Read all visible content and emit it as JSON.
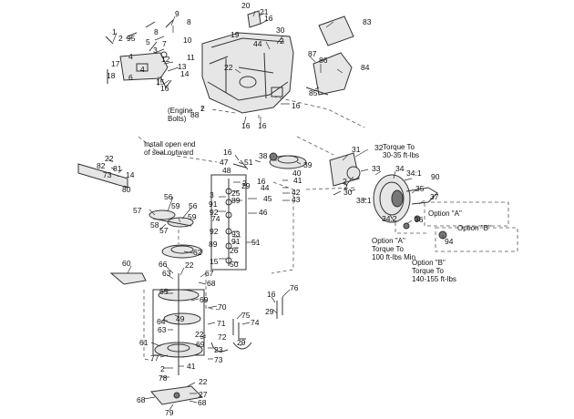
{
  "callouts": [
    {
      "text": "1",
      "id": "c1"
    },
    {
      "text": "2",
      "id": "c2"
    },
    {
      "text": "95",
      "id": "c95"
    },
    {
      "text": "9",
      "id": "c9"
    },
    {
      "text": "8",
      "id": "c8a"
    },
    {
      "text": "8",
      "id": "c8b"
    },
    {
      "text": "10",
      "id": "c10"
    },
    {
      "text": "5",
      "id": "c5"
    },
    {
      "text": "7",
      "id": "c7"
    },
    {
      "text": "3",
      "id": "c3"
    },
    {
      "text": "4",
      "id": "c4a"
    },
    {
      "text": "4",
      "id": "c4b"
    },
    {
      "text": "12",
      "id": "c12"
    },
    {
      "text": "11",
      "id": "c11"
    },
    {
      "text": "13",
      "id": "c13"
    },
    {
      "text": "17",
      "id": "c17"
    },
    {
      "text": "6",
      "id": "c6"
    },
    {
      "text": "18",
      "id": "c18"
    },
    {
      "text": "15",
      "id": "c15"
    },
    {
      "text": "16",
      "id": "c16a"
    },
    {
      "text": "14",
      "id": "c14a"
    },
    {
      "text": "20",
      "id": "c20"
    },
    {
      "text": "21",
      "id": "c21"
    },
    {
      "text": "16",
      "id": "c16b"
    },
    {
      "text": "19",
      "id": "c19"
    },
    {
      "text": "44",
      "id": "c44a"
    },
    {
      "text": "30",
      "id": "c30a"
    },
    {
      "text": "2",
      "id": "c2b"
    },
    {
      "text": "83",
      "id": "c83"
    },
    {
      "text": "87",
      "id": "c87"
    },
    {
      "text": "86",
      "id": "c86"
    },
    {
      "text": "84",
      "id": "c84"
    },
    {
      "text": "85",
      "id": "c85"
    },
    {
      "text": "22",
      "id": "c22a"
    },
    {
      "text": "16",
      "id": "c16c"
    },
    {
      "text": "2",
      "id": "c2c"
    },
    {
      "text": "88",
      "id": "c88"
    },
    {
      "text": "16",
      "id": "c16d"
    },
    {
      "text": "16",
      "id": "c16e"
    },
    {
      "text": "22",
      "id": "c22b"
    },
    {
      "text": "82",
      "id": "c82"
    },
    {
      "text": "81",
      "id": "c81"
    },
    {
      "text": "73",
      "id": "c73a"
    },
    {
      "text": "14",
      "id": "c14b"
    },
    {
      "text": "80",
      "id": "c80"
    },
    {
      "text": "16",
      "id": "c16f"
    },
    {
      "text": "51",
      "id": "c51a"
    },
    {
      "text": "47",
      "id": "c47"
    },
    {
      "text": "38",
      "id": "c38"
    },
    {
      "text": "39",
      "id": "c39"
    },
    {
      "text": "31",
      "id": "c31"
    },
    {
      "text": "32",
      "id": "c32"
    },
    {
      "text": "2",
      "id": "c2d"
    },
    {
      "text": "48",
      "id": "c48"
    },
    {
      "text": "2",
      "id": "c2e"
    },
    {
      "text": "29",
      "id": "c29a"
    },
    {
      "text": "16",
      "id": "c16g"
    },
    {
      "text": "44",
      "id": "c44b"
    },
    {
      "text": "25",
      "id": "c25"
    },
    {
      "text": "3",
      "id": "c3b"
    },
    {
      "text": "89",
      "id": "c89a"
    },
    {
      "text": "45",
      "id": "c45"
    },
    {
      "text": "91",
      "id": "c91a"
    },
    {
      "text": "92",
      "id": "c92a"
    },
    {
      "text": "46",
      "id": "c46"
    },
    {
      "text": "40",
      "id": "c40"
    },
    {
      "text": "41",
      "id": "c41a"
    },
    {
      "text": "42",
      "id": "c42"
    },
    {
      "text": "43",
      "id": "c43"
    },
    {
      "text": "33",
      "id": "c33"
    },
    {
      "text": "34",
      "id": "c34"
    },
    {
      "text": "34:1",
      "id": "c341"
    },
    {
      "text": "90",
      "id": "c90"
    },
    {
      "text": "2",
      "id": "c2f"
    },
    {
      "text": "30",
      "id": "c30b"
    },
    {
      "text": "35",
      "id": "c35"
    },
    {
      "text": "33:1",
      "id": "c331"
    },
    {
      "text": "37",
      "id": "c37"
    },
    {
      "text": "36",
      "id": "c36"
    },
    {
      "text": "34:2",
      "id": "c342"
    },
    {
      "text": "94",
      "id": "c94"
    },
    {
      "text": "56",
      "id": "c56a"
    },
    {
      "text": "59",
      "id": "c59a"
    },
    {
      "text": "56",
      "id": "c56b"
    },
    {
      "text": "57",
      "id": "c57a"
    },
    {
      "text": "59",
      "id": "c59b"
    },
    {
      "text": "58",
      "id": "c58"
    },
    {
      "text": "57",
      "id": "c57b"
    },
    {
      "text": "74",
      "id": "c74a"
    },
    {
      "text": "92",
      "id": "c92b"
    },
    {
      "text": "93",
      "id": "c93"
    },
    {
      "text": "91",
      "id": "c91b"
    },
    {
      "text": "89",
      "id": "c89b"
    },
    {
      "text": "26",
      "id": "c26"
    },
    {
      "text": "51",
      "id": "c51b"
    },
    {
      "text": "15",
      "id": "c15b"
    },
    {
      "text": "50",
      "id": "c50"
    },
    {
      "text": "62",
      "id": "c62"
    },
    {
      "text": "60",
      "id": "c60"
    },
    {
      "text": "66",
      "id": "c66"
    },
    {
      "text": "22",
      "id": "c22c"
    },
    {
      "text": "63",
      "id": "c63a"
    },
    {
      "text": "67",
      "id": "c67"
    },
    {
      "text": "68",
      "id": "c68a"
    },
    {
      "text": "65",
      "id": "c65"
    },
    {
      "text": "69",
      "id": "c69a"
    },
    {
      "text": "70",
      "id": "c70"
    },
    {
      "text": "49",
      "id": "c49"
    },
    {
      "text": "64",
      "id": "c64"
    },
    {
      "text": "63",
      "id": "c63b"
    },
    {
      "text": "71",
      "id": "c71"
    },
    {
      "text": "22",
      "id": "c22d"
    },
    {
      "text": "72",
      "id": "c72"
    },
    {
      "text": "61",
      "id": "c61"
    },
    {
      "text": "69",
      "id": "c69b"
    },
    {
      "text": "23",
      "id": "c23"
    },
    {
      "text": "77",
      "id": "c77"
    },
    {
      "text": "73",
      "id": "c73b"
    },
    {
      "text": "2",
      "id": "c2g"
    },
    {
      "text": "41",
      "id": "c41b"
    },
    {
      "text": "78",
      "id": "c78"
    },
    {
      "text": "22",
      "id": "c22e"
    },
    {
      "text": "27",
      "id": "c27"
    },
    {
      "text": "68",
      "id": "c68b"
    },
    {
      "text": "68",
      "id": "c68c"
    },
    {
      "text": "79",
      "id": "c79"
    },
    {
      "text": "16",
      "id": "c16h"
    },
    {
      "text": "76",
      "id": "c76"
    },
    {
      "text": "29",
      "id": "c29b"
    },
    {
      "text": "75",
      "id": "c75"
    },
    {
      "text": "74",
      "id": "c74b"
    },
    {
      "text": "29",
      "id": "c29c"
    }
  ],
  "notes": {
    "engine_bolts": "(Engine\nBolts)",
    "seal_instruction": "Install open end\nof seal outward",
    "torque_top": "Torque To\n30-35 ft-lbs",
    "option_a_label": "Option \"A\"",
    "option_b_label": "Option \"B\"",
    "option_a_torque": "Option \"A\"\nTorque To\n100 ft-lbs Min",
    "option_b_torque": "Option \"B\"\nTorque To\n140-155 ft-lbs"
  }
}
